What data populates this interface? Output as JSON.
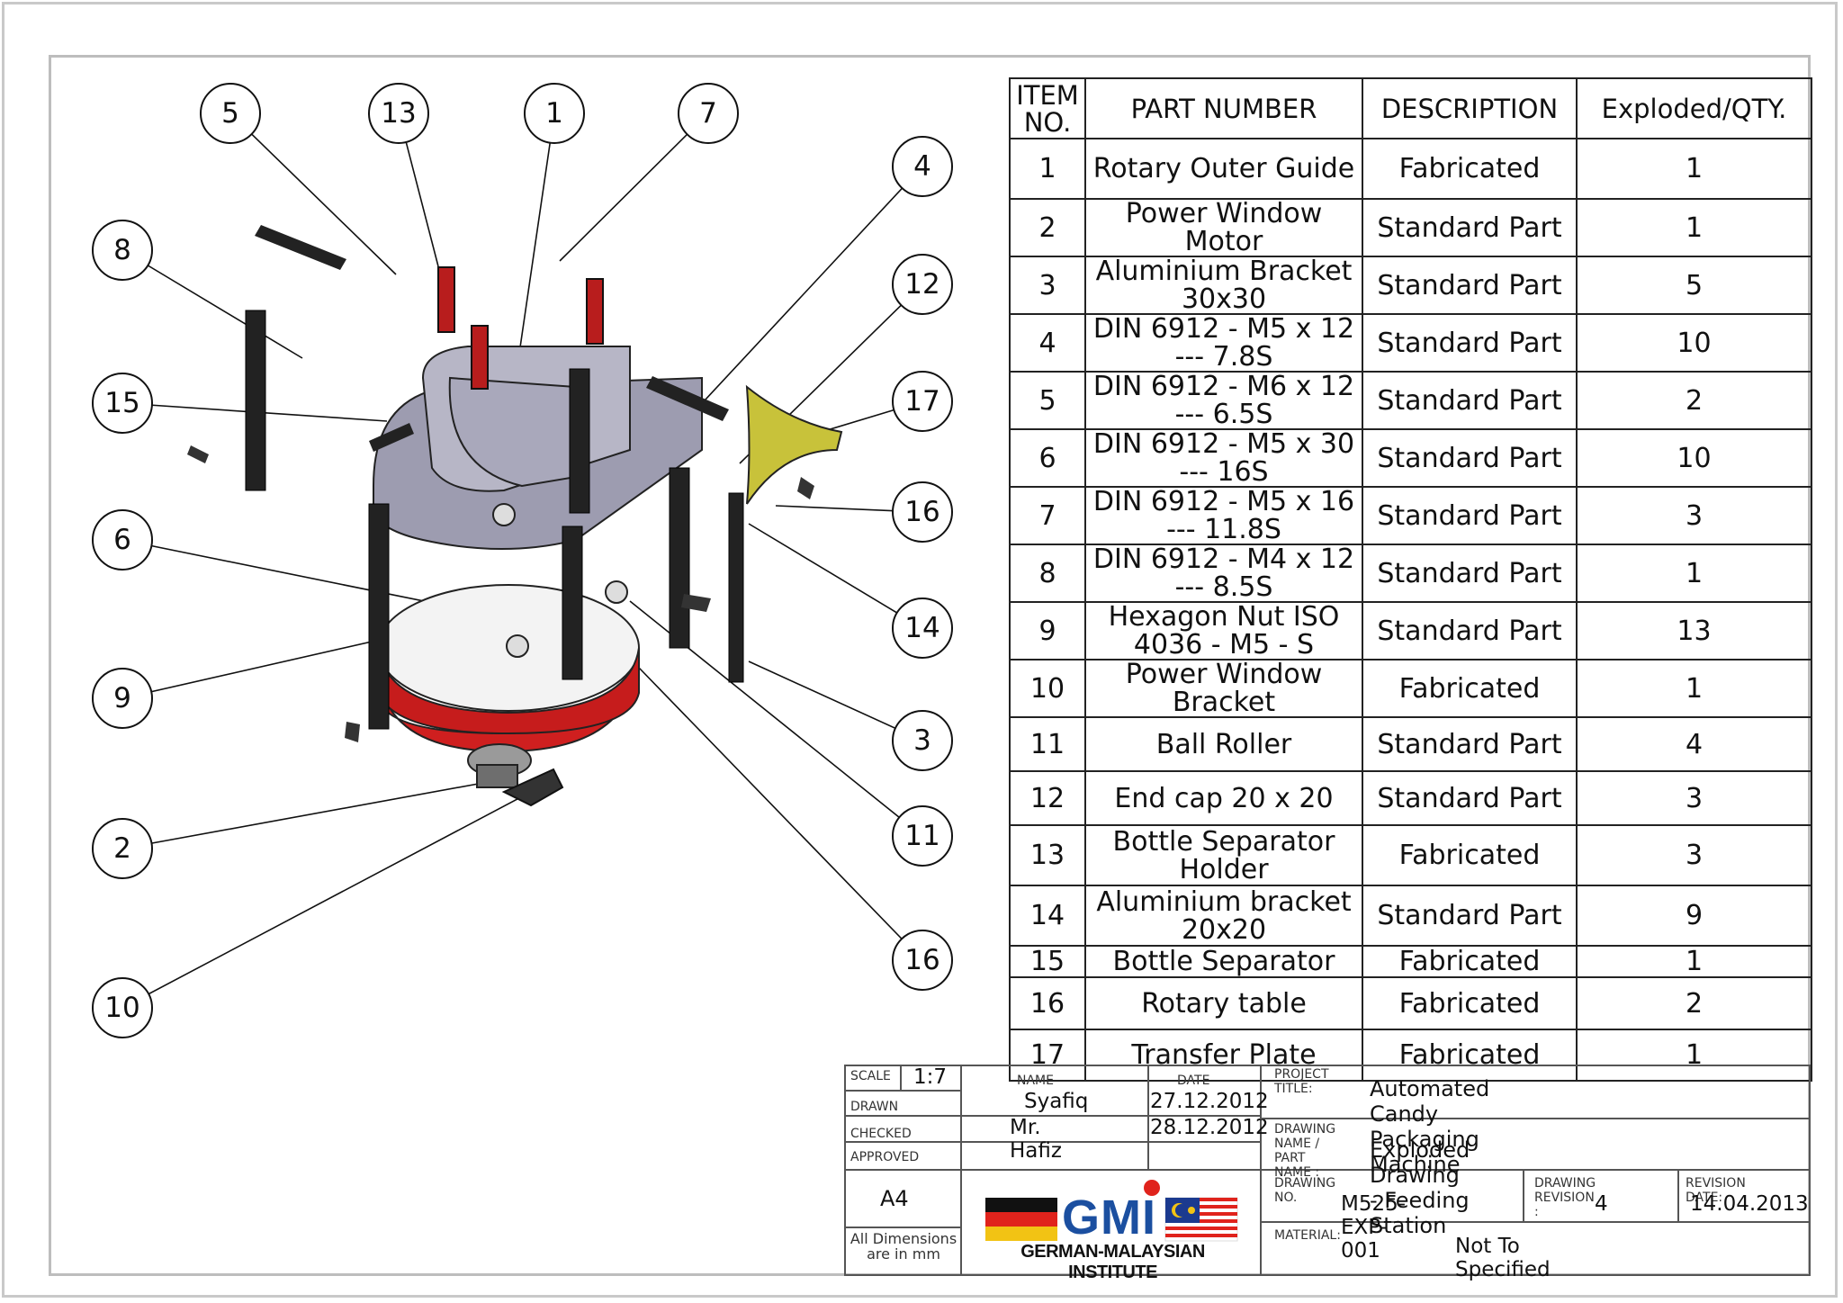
{
  "bom": {
    "headers": {
      "item": "ITEM NO.",
      "part": "PART NUMBER",
      "desc": "DESCRIPTION",
      "qty": "Exploded/QTY."
    },
    "rows": [
      {
        "item": "1",
        "part": "Rotary Outer Guide",
        "desc": "Fabricated",
        "qty": "1"
      },
      {
        "item": "2",
        "part": "Power Window Motor",
        "desc": "Standard Part",
        "qty": "1"
      },
      {
        "item": "3",
        "part": "Aluminium Bracket 30x30",
        "desc": "Standard Part",
        "qty": "5"
      },
      {
        "item": "4",
        "part": "DIN 6912 - M5 x 12 --- 7.8S",
        "desc": "Standard Part",
        "qty": "10"
      },
      {
        "item": "5",
        "part": "DIN 6912 - M6 x 12 --- 6.5S",
        "desc": "Standard Part",
        "qty": "2"
      },
      {
        "item": "6",
        "part": "DIN 6912 - M5 x 30 --- 16S",
        "desc": "Standard Part",
        "qty": "10"
      },
      {
        "item": "7",
        "part": "DIN 6912 - M5 x 16 --- 11.8S",
        "desc": "Standard Part",
        "qty": "3"
      },
      {
        "item": "8",
        "part": "DIN 6912 - M4 x 12 --- 8.5S",
        "desc": "Standard Part",
        "qty": "1"
      },
      {
        "item": "9",
        "part": "Hexagon Nut ISO 4036 - M5 - S",
        "desc": "Standard Part",
        "qty": "13"
      },
      {
        "item": "10",
        "part": "Power Window Bracket",
        "desc": "Fabricated",
        "qty": "1"
      },
      {
        "item": "11",
        "part": "Ball Roller",
        "desc": "Standard Part",
        "qty": "4"
      },
      {
        "item": "12",
        "part": "End cap 20 x 20",
        "desc": "Standard Part",
        "qty": "3"
      },
      {
        "item": "13",
        "part": "Bottle Separator Holder",
        "desc": "Fabricated",
        "qty": "3"
      },
      {
        "item": "14",
        "part": "Aluminium bracket 20x20",
        "desc": "Standard Part",
        "qty": "9"
      },
      {
        "item": "15",
        "part": "Bottle Separator",
        "desc": "Fabricated",
        "qty": "1"
      },
      {
        "item": "16",
        "part": "Rotary table",
        "desc": "Fabricated",
        "qty": "2"
      },
      {
        "item": "17",
        "part": "Transfer Plate",
        "desc": "Fabricated",
        "qty": "1"
      }
    ]
  },
  "balloons": [
    "5",
    "13",
    "1",
    "7",
    "4",
    "8",
    "12",
    "15",
    "17",
    "16",
    "6",
    "14",
    "9",
    "3",
    "2",
    "11",
    "10",
    "16"
  ],
  "title_block": {
    "scale_label": "SCALE",
    "scale_value": "1:7",
    "name_label": "NAME",
    "date_label": "DATE",
    "drawn_label": "DRAWN",
    "drawn_name": "Syafiq",
    "drawn_date": "27.12.2012",
    "checked_label": "CHECKED",
    "checked_name": "Mr. Hafiz",
    "checked_date": "28.12.2012",
    "approved_label": "APPROVED",
    "sheet_size": "A4",
    "dimensions_note": "All Dimensions are in mm",
    "project_title_label": "PROJECT TITLE:",
    "project_title": "Automated Candy Packaging Machine",
    "drawing_name_label": "DRAWING NAME / PART NAME :",
    "drawing_name": "Exploded Drawing - Feeding Station",
    "drawing_no_label": "DRAWING NO.",
    "drawing_no": "M525-EXP-001",
    "revision_label": "DRAWING REVISION :",
    "revision": "4",
    "revision_date_label": "REVISION DATE:",
    "revision_date": "14.04.2013",
    "material_label": "MATERIAL:",
    "material": "Not To Specified"
  },
  "logo": {
    "text": "GMI",
    "institute": "GERMAN-MALAYSIAN INSTITUTE",
    "brand_blue": "#1b4fa0",
    "brand_red": "#e0231c"
  }
}
